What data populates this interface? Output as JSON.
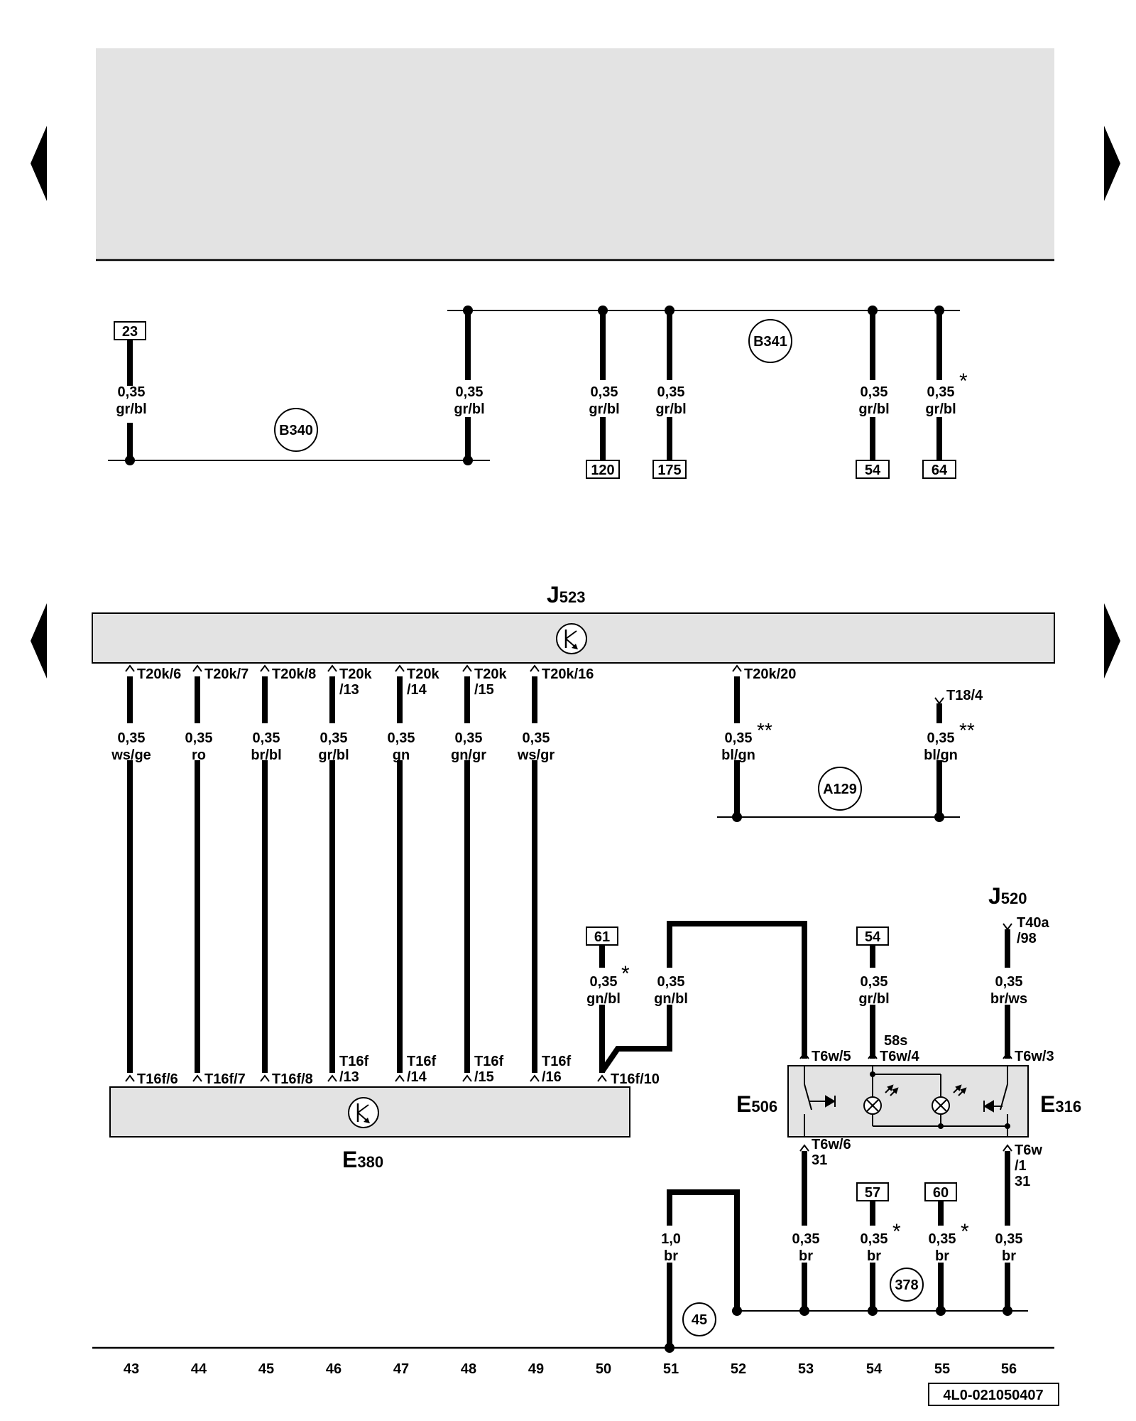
{
  "colors": {
    "panel": "#e3e3e3",
    "ink": "#000000",
    "background": "#ffffff"
  },
  "components": {
    "j523": {
      "letter": "J",
      "num": "523"
    },
    "j520": {
      "letter": "J",
      "num": "520"
    },
    "e380": {
      "letter": "E",
      "num": "380"
    },
    "e506": {
      "letter": "E",
      "num": "506"
    },
    "e316": {
      "letter": "E",
      "num": "316"
    }
  },
  "connections": {
    "b340": "B340",
    "b341": "B341",
    "a129": "A129",
    "c45": "45",
    "c378": "378"
  },
  "refs": {
    "r23": "23",
    "r120": "120",
    "r175": "175",
    "r54a": "54",
    "r64": "64",
    "r61": "61",
    "r54b": "54",
    "r57": "57",
    "r60": "60"
  },
  "top_wires": [
    {
      "size": "0,35",
      "color": "gr/bl"
    },
    {
      "size": "0,35",
      "color": "gr/bl"
    },
    {
      "size": "0,35",
      "color": "gr/bl"
    },
    {
      "size": "0,35",
      "color": "gr/bl"
    },
    {
      "size": "0,35",
      "color": "gr/bl"
    },
    {
      "size": "0,35",
      "color": "gr/bl",
      "mark": "*"
    }
  ],
  "bus_wires": [
    {
      "size": "0,35",
      "color": "ws/ge"
    },
    {
      "size": "0,35",
      "color": "ro"
    },
    {
      "size": "0,35",
      "color": "br/bl"
    },
    {
      "size": "0,35",
      "color": "gr/bl"
    },
    {
      "size": "0,35",
      "color": "gn"
    },
    {
      "size": "0,35",
      "color": "gn/gr"
    },
    {
      "size": "0,35",
      "color": "ws/gr"
    },
    {
      "size": "0,35",
      "color": "bl/gn",
      "mark": "**"
    },
    {
      "size": "0,35",
      "color": "bl/gn",
      "mark": "**"
    }
  ],
  "pins_j523": {
    "p1": "T20k/6",
    "p2": "T20k/7",
    "p3": "T20k/8",
    "p4a": "T20k",
    "p4b": "/13",
    "p5a": "T20k",
    "p5b": "/14",
    "p6a": "T20k",
    "p6b": "/15",
    "p7": "T20k/16",
    "p8": "T20k/20",
    "p9": "T18/4"
  },
  "pins_e380": {
    "p1": "T16f/6",
    "p2": "T16f/7",
    "p3": "T16f/8",
    "p4a": "T16f",
    "p4b": "/13",
    "p5a": "T16f",
    "p5b": "/14",
    "p6a": "T16f",
    "p6b": "/15",
    "p7a": "T16f",
    "p7b": "/16",
    "p8": "T16f/10"
  },
  "mid_wires": [
    {
      "size": "0,35",
      "color": "gn/bl",
      "mark": "*"
    },
    {
      "size": "0,35",
      "color": "gn/bl"
    },
    {
      "size": "0,35",
      "color": "gr/bl"
    },
    {
      "size": "0,35",
      "color": "br/ws"
    }
  ],
  "pins_right": {
    "t40a": "T40a",
    "t40b": "/98",
    "t6w5": "T6w/5",
    "t6w4": "T6w/4",
    "t58s": "58s",
    "t6w3": "T6w/3",
    "t6w6": "T6w/6",
    "t31a": "31",
    "t6wa": "T6w",
    "t6wb": "/1",
    "t31b": "31"
  },
  "ground_wires": [
    {
      "size": "1,0",
      "color": "br"
    },
    {
      "size": "0,35",
      "color": "br"
    },
    {
      "size": "0,35",
      "color": "br",
      "mark": "*"
    },
    {
      "size": "0,35",
      "color": "br",
      "mark": "*"
    },
    {
      "size": "0,35",
      "color": "br"
    }
  ],
  "columns": [
    "43",
    "44",
    "45",
    "46",
    "47",
    "48",
    "49",
    "50",
    "51",
    "52",
    "53",
    "54",
    "55",
    "56"
  ],
  "doc_id": "4L0-021050407"
}
